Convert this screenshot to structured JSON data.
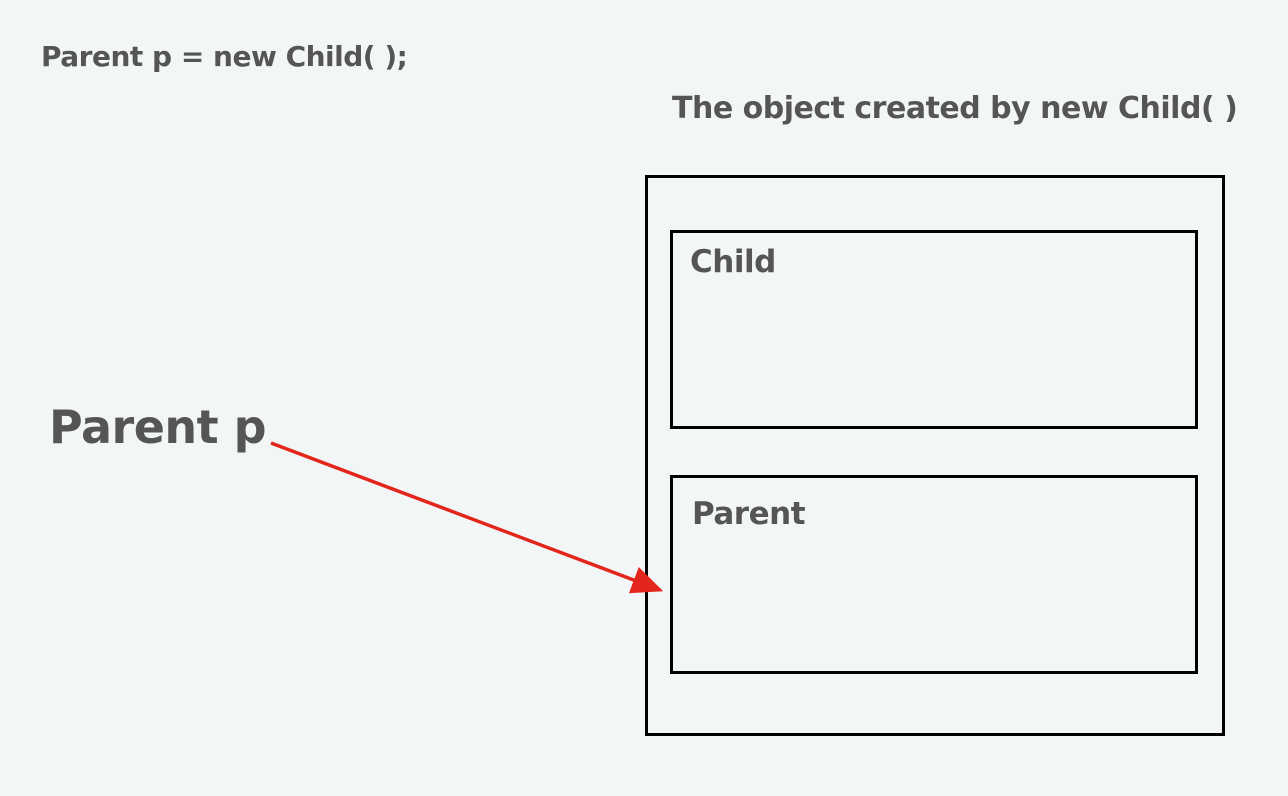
{
  "code": {
    "statement": "Parent p = new Child( );"
  },
  "object": {
    "caption": "The object created by new Child( )",
    "child_label": "Child",
    "parent_label": "Parent"
  },
  "reference": {
    "label": "Parent p"
  },
  "colors": {
    "background": "#f3f6f7",
    "text": "#555555",
    "box_border": "#000000",
    "arrow": "#e3261b"
  }
}
